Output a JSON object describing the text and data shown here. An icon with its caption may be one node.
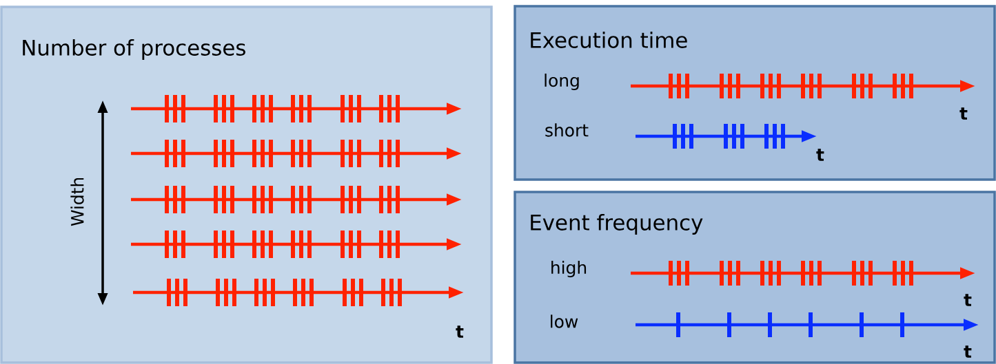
{
  "diagram": {
    "nodes": [
      {
        "text": [
          "Number of processes"
        ]
      },
      {
        "text": [
          "Execution time"
        ]
      },
      {
        "text": [
          "Event frequency"
        ]
      }
    ],
    "labels": [
      "Width",
      "t",
      "long",
      "t",
      "short",
      "t",
      "high",
      "t",
      "low",
      "t"
    ]
  }
}
